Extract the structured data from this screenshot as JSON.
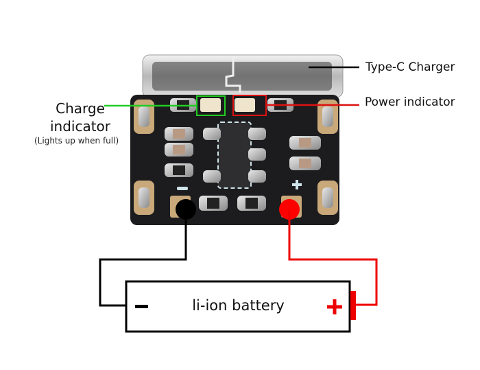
{
  "labels": {
    "charge_indicator_line1": "Charge",
    "charge_indicator_line2": "indicator",
    "charge_indicator_note": "(Lights up when full)",
    "type_c_charger": "Type-C Charger",
    "power_indicator": "Power indicator"
  },
  "battery": {
    "label": "li-ion battery",
    "negative_symbol": "−",
    "positive_symbol": "+"
  },
  "colors": {
    "charge_indicator": "#22cc22",
    "power_indicator": "#dd1111",
    "negative_wire": "#000000",
    "positive_wire": "#ee0000",
    "pcb": "#1c1c1e",
    "pad": "#c9a87a"
  }
}
